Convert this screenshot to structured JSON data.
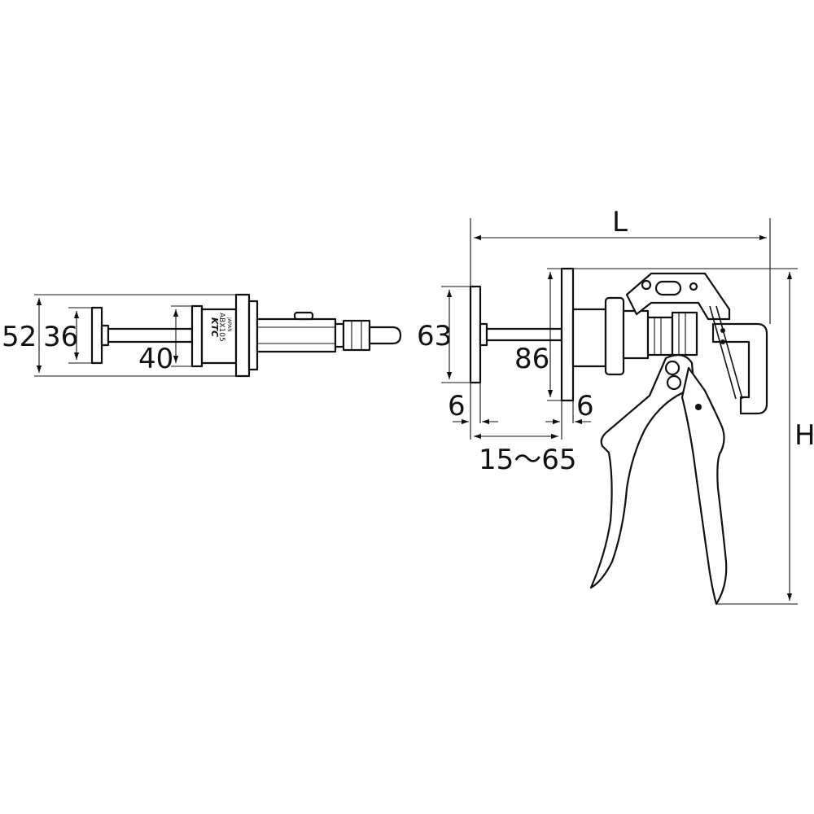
{
  "left_view": {
    "dimensions": {
      "d52": "52",
      "d36": "36",
      "d40": "40"
    },
    "markings": {
      "brand": "KTC",
      "model": "ABX105",
      "origin": "JAPAN"
    }
  },
  "right_view": {
    "dimensions": {
      "length": "L",
      "height": "H",
      "d63": "63",
      "d86": "86",
      "thickness_left": "6",
      "thickness_right": "6",
      "range": "15～65"
    }
  },
  "colors": {
    "line": "#111111",
    "background": "#ffffff"
  }
}
